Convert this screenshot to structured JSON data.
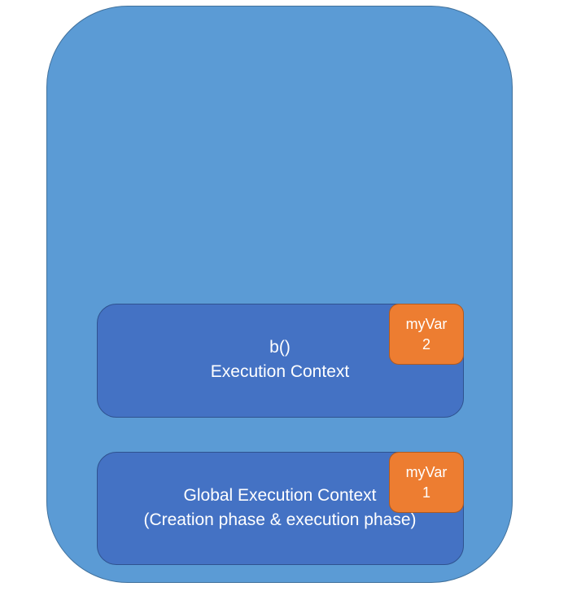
{
  "b_context": {
    "line1": "b()",
    "line2": "Execution Context",
    "variable": {
      "name": "myVar",
      "value": "2"
    }
  },
  "global_context": {
    "line1": "Global Execution Context",
    "line2": "(Creation phase & execution phase)",
    "variable": {
      "name": "myVar",
      "value": "1"
    }
  },
  "colors": {
    "stack": "#5b9bd5",
    "context": "#4472c4",
    "variable": "#ed7d31"
  }
}
